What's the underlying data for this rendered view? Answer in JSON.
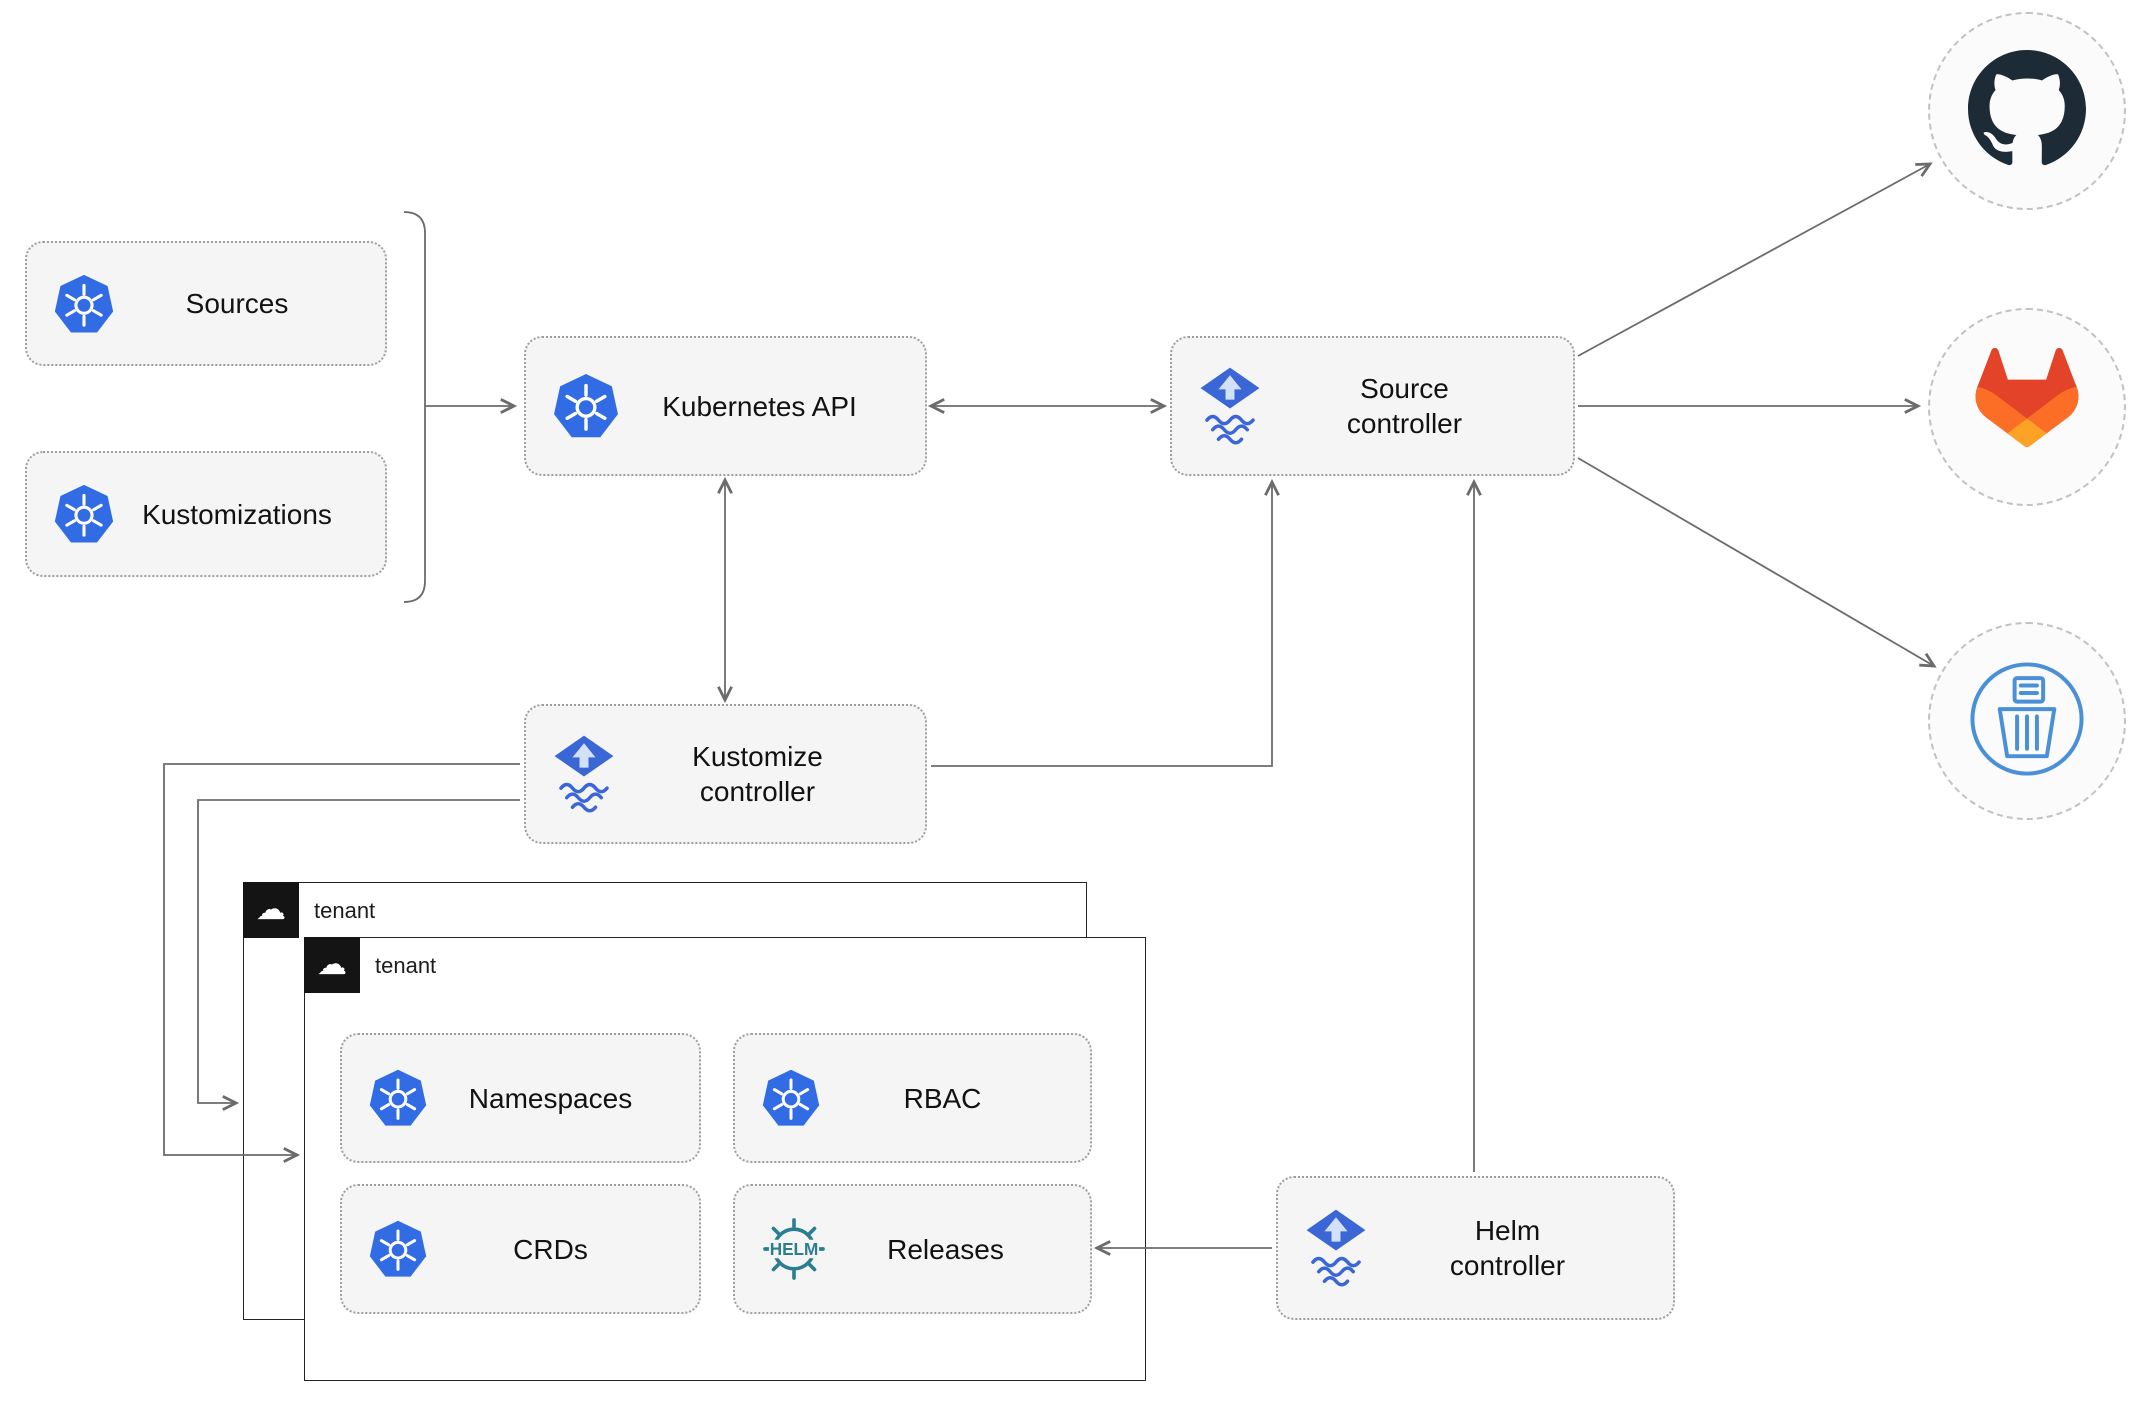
{
  "nodes": {
    "sources": {
      "label": "Sources"
    },
    "kustomizations": {
      "label": "Kustomizations"
    },
    "kubernetes_api": {
      "label": "Kubernetes API"
    },
    "source_controller": {
      "label": "Source controller"
    },
    "kustomize_controller": {
      "label": "Kustomize controller"
    },
    "helm_controller": {
      "label": "Helm controller"
    },
    "namespaces": {
      "label": "Namespaces"
    },
    "rbac": {
      "label": "RBAC"
    },
    "crds": {
      "label": "CRDs"
    },
    "releases": {
      "label": "Releases"
    }
  },
  "groups": {
    "tenant_back": {
      "label": "tenant"
    },
    "tenant_front": {
      "label": "tenant"
    }
  },
  "icons": {
    "kubernetes": "kubernetes-icon",
    "flux": "flux-icon",
    "helm": "helm-icon",
    "helm_text": "HELM",
    "github": "github-icon",
    "gitlab": "gitlab-icon",
    "bucket": "bucket-icon",
    "cloud": "cloud-icon",
    "cloud_glyph": "☁"
  },
  "colors": {
    "kubernetes_blue": "#326ce5",
    "flux_blue": "#3b66d6",
    "helm_teal": "#2a7e90",
    "github_dark": "#1c2b36",
    "gitlab_red": "#e24329",
    "gitlab_orange": "#fc6d26",
    "gitlab_yellow": "#fca326",
    "bucket_blue": "#4a90d9",
    "line_gray": "#6b6b6b",
    "node_bg": "#f5f5f5",
    "node_border": "#9e9e9e",
    "tenant_header_bg": "#141414"
  }
}
